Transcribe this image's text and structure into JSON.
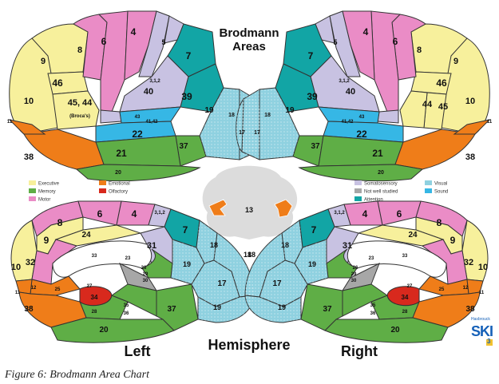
{
  "title": {
    "line1": "Brodmann",
    "line2": "Areas"
  },
  "bottom": {
    "left": "Left",
    "center": "Hemisphere",
    "right": "Right"
  },
  "caption": "Figure 6: Brodmann Area Chart",
  "logo": {
    "top_text": "Hasbrouck",
    "main_text": "SKI",
    "badge": "3"
  },
  "legend_left": [
    {
      "label": "Executive",
      "color": "#f7f09c"
    },
    {
      "label": "Memory",
      "color": "#5fae46"
    },
    {
      "label": "Motor",
      "color": "#ea8cc6"
    },
    {
      "label": "Emotional",
      "color": "#ef7d19"
    },
    {
      "label": "Olfactory",
      "color": "#d8291d"
    }
  ],
  "legend_right": [
    {
      "label": "Somatosensory",
      "color": "#c8c2e2"
    },
    {
      "label": "Not well studied",
      "color": "#a7a7a7"
    },
    {
      "label": "Attention",
      "color": "#12a5a5"
    },
    {
      "label": "Visual",
      "color": "#8fd1e0"
    },
    {
      "label": "Sound",
      "color": "#36b7e5"
    }
  ],
  "colors": {
    "executive": "#f7f09c",
    "memory": "#5fae46",
    "motor": "#ea8cc6",
    "emotional": "#ef7d19",
    "olfactory": "#d8291d",
    "somatosensory": "#c8c2e2",
    "not_studied": "#a7a7a7",
    "attention": "#12a5a5",
    "visual": "#8fd1e0",
    "sound": "#36b7e5",
    "brainstem": "#dcdcdc",
    "outline": "#333333"
  },
  "areas": {
    "lateral_left": [
      "4",
      "6",
      "8",
      "9",
      "46",
      "10",
      "45, 44",
      "(Broca's)",
      "5",
      "7",
      "3,1,2",
      "40",
      "39",
      "43",
      "41,42",
      "22",
      "19",
      "18",
      "17",
      "21",
      "37",
      "38",
      "20",
      "11"
    ],
    "lateral_right": [
      "4",
      "6",
      "8",
      "9",
      "46",
      "44",
      "45",
      "10",
      "5",
      "7",
      "3,1,2",
      "40",
      "39",
      "43",
      "41,42",
      "22",
      "19",
      "18",
      "17",
      "21",
      "37",
      "38",
      "20",
      "11"
    ],
    "center": [
      "13"
    ],
    "medial_left": [
      "8",
      "6",
      "4",
      "3,1,2",
      "9",
      "24",
      "7",
      "31",
      "32",
      "33",
      "23",
      "26",
      "29",
      "30",
      "10",
      "12",
      "25",
      "27",
      "34",
      "28",
      "35",
      "36",
      "19",
      "18",
      "17",
      "18",
      "19",
      "37",
      "38",
      "20",
      "11"
    ],
    "medial_right": [
      "4",
      "6",
      "3,1,2",
      "8",
      "9",
      "7",
      "24",
      "31",
      "32",
      "23",
      "33",
      "26",
      "29",
      "30",
      "10",
      "12",
      "25",
      "27",
      "34",
      "28",
      "35",
      "36",
      "19",
      "18",
      "17",
      "18",
      "19",
      "37",
      "38",
      "20",
      "11"
    ]
  }
}
